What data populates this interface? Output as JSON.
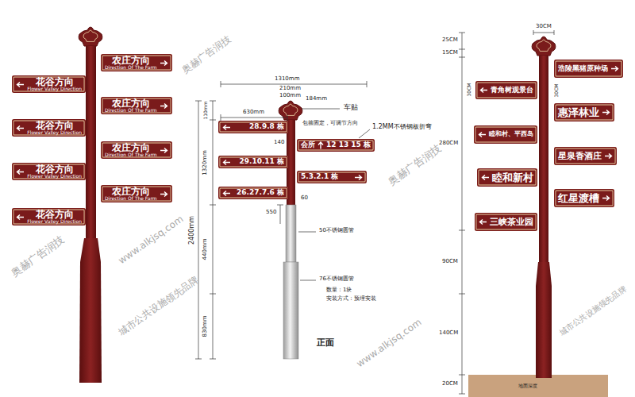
{
  "diagram": {
    "nodes": [
      {
        "text": [
          "农庄方向",
          "Direction Of The Farm"
        ]
      },
      {
        "text": [
          "花谷方向",
          "Flower Valley Direction"
        ]
      },
      {
        "text": [
          "农庄方向",
          "Direction Of The Farm"
        ]
      },
      {
        "text": [
          "花谷方向",
          "Flower Valley Direction"
        ]
      },
      {
        "text": [
          "农庄方向",
          "Direction Of The Farm"
        ]
      },
      {
        "text": [
          "花谷方向",
          "Flower Valley Direction"
        ]
      },
      {
        "text": [
          "农庄方向",
          "Direction Of The Farm"
        ]
      },
      {
        "text": [
          "花谷方向",
          "Flower Valley Direction"
        ]
      },
      {
        "text": [
          "28.9.8 栋"
        ]
      },
      {
        "text": [
          "会所",
          "12 13 15 栋"
        ]
      },
      {
        "text": [
          "29.10.11 栋"
        ]
      },
      {
        "text": [
          "5.3.2.1 栋"
        ]
      },
      {
        "text": [
          "26.27.7.6 栋"
        ]
      },
      {
        "text": [
          "浩陵黑猪原种场"
        ]
      },
      {
        "text": [
          "青角树观景台"
        ]
      },
      {
        "text": [
          "惠泽林业"
        ]
      },
      {
        "text": [
          "睦和村、平西岛"
        ]
      },
      {
        "text": [
          "星泉香酒庄"
        ]
      },
      {
        "text": [
          "睦和新村"
        ]
      },
      {
        "text": [
          "红星渡槽"
        ]
      },
      {
        "text": [
          "三峡茶业园"
        ]
      }
    ],
    "labels": [
      "1310mm",
      "210mm",
      "100mm",
      "184mm",
      "车贴",
      "630mm",
      "110mm",
      "包箍固定，可调节方向",
      "1.2MM不锈钢板折弯",
      "140",
      "1320mm",
      "2400mm",
      "60",
      "550",
      "50不锈钢圆管",
      "440mm",
      "76不锈钢圆管",
      "数量：1块",
      "安装方式：预埋安装",
      "830mm",
      "正面",
      "30CM",
      "25CM",
      "15CM",
      "30CM",
      "30CM",
      "280CM",
      "90CM",
      "140CM",
      "20CM",
      "地面深度",
      "奥赫广告润技",
      "www.alkjsq.com",
      "城市公共设施领先品牌",
      "www.alkjsq.com",
      "奥赫广告润技",
      "城市公共设施领先品牌",
      "奥赫广告润技"
    ]
  }
}
